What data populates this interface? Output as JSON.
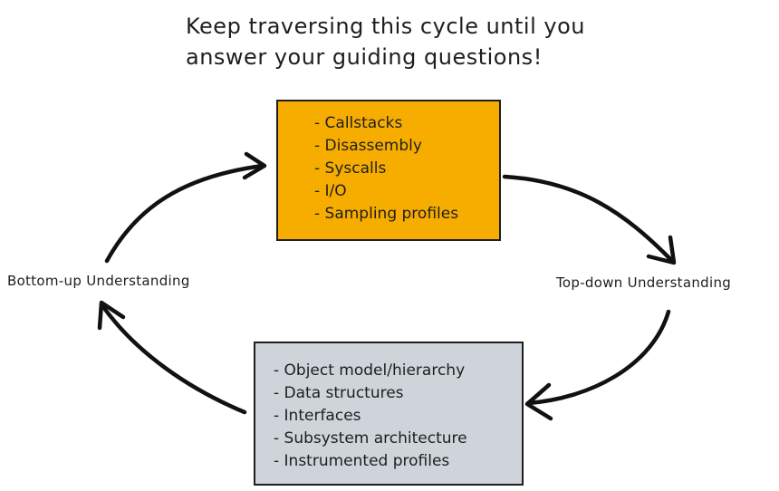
{
  "title": {
    "line1": "Keep traversing this cycle until you",
    "line2": "answer your guiding questions!"
  },
  "top_box": {
    "color": "#f7ad00",
    "items": [
      "- Callstacks",
      "- Disassembly",
      "- Syscalls",
      "- I/O",
      "- Sampling profiles"
    ]
  },
  "bottom_box": {
    "color": "#ced4da",
    "items": [
      "- Object model/hierarchy",
      "- Data structures",
      "- Interfaces",
      "- Subsystem architecture",
      "- Instrumented profiles"
    ]
  },
  "left_label": "Bottom-up Understanding",
  "right_label": "Top-down Understanding"
}
